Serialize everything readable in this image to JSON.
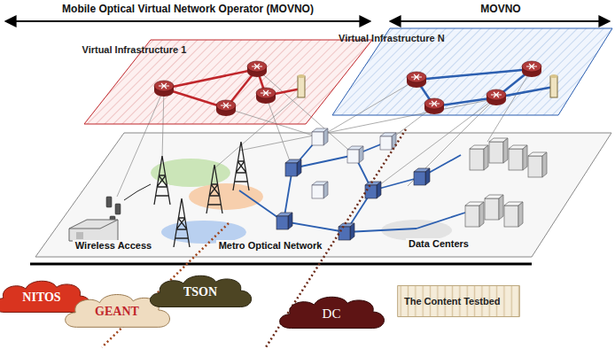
{
  "diagram": {
    "nodes": [
      {
        "text": [
          "Virtual Infrastructure 1"
        ]
      },
      {
        "text": [
          "Virtual Infrastructure N"
        ]
      },
      {
        "text": [
          "NITOS"
        ]
      },
      {
        "text": [
          "GEANT"
        ]
      },
      {
        "text": [
          "TSON"
        ]
      },
      {
        "text": [
          "DC"
        ]
      },
      {
        "text": [
          "The Content Testbed"
        ]
      }
    ],
    "labels": [
      "Mobile Optical Virtual Network Operator (MOVNO)",
      "MOVNO",
      "Wireless Access",
      "Metro Optical Network",
      "Data Centers"
    ]
  }
}
